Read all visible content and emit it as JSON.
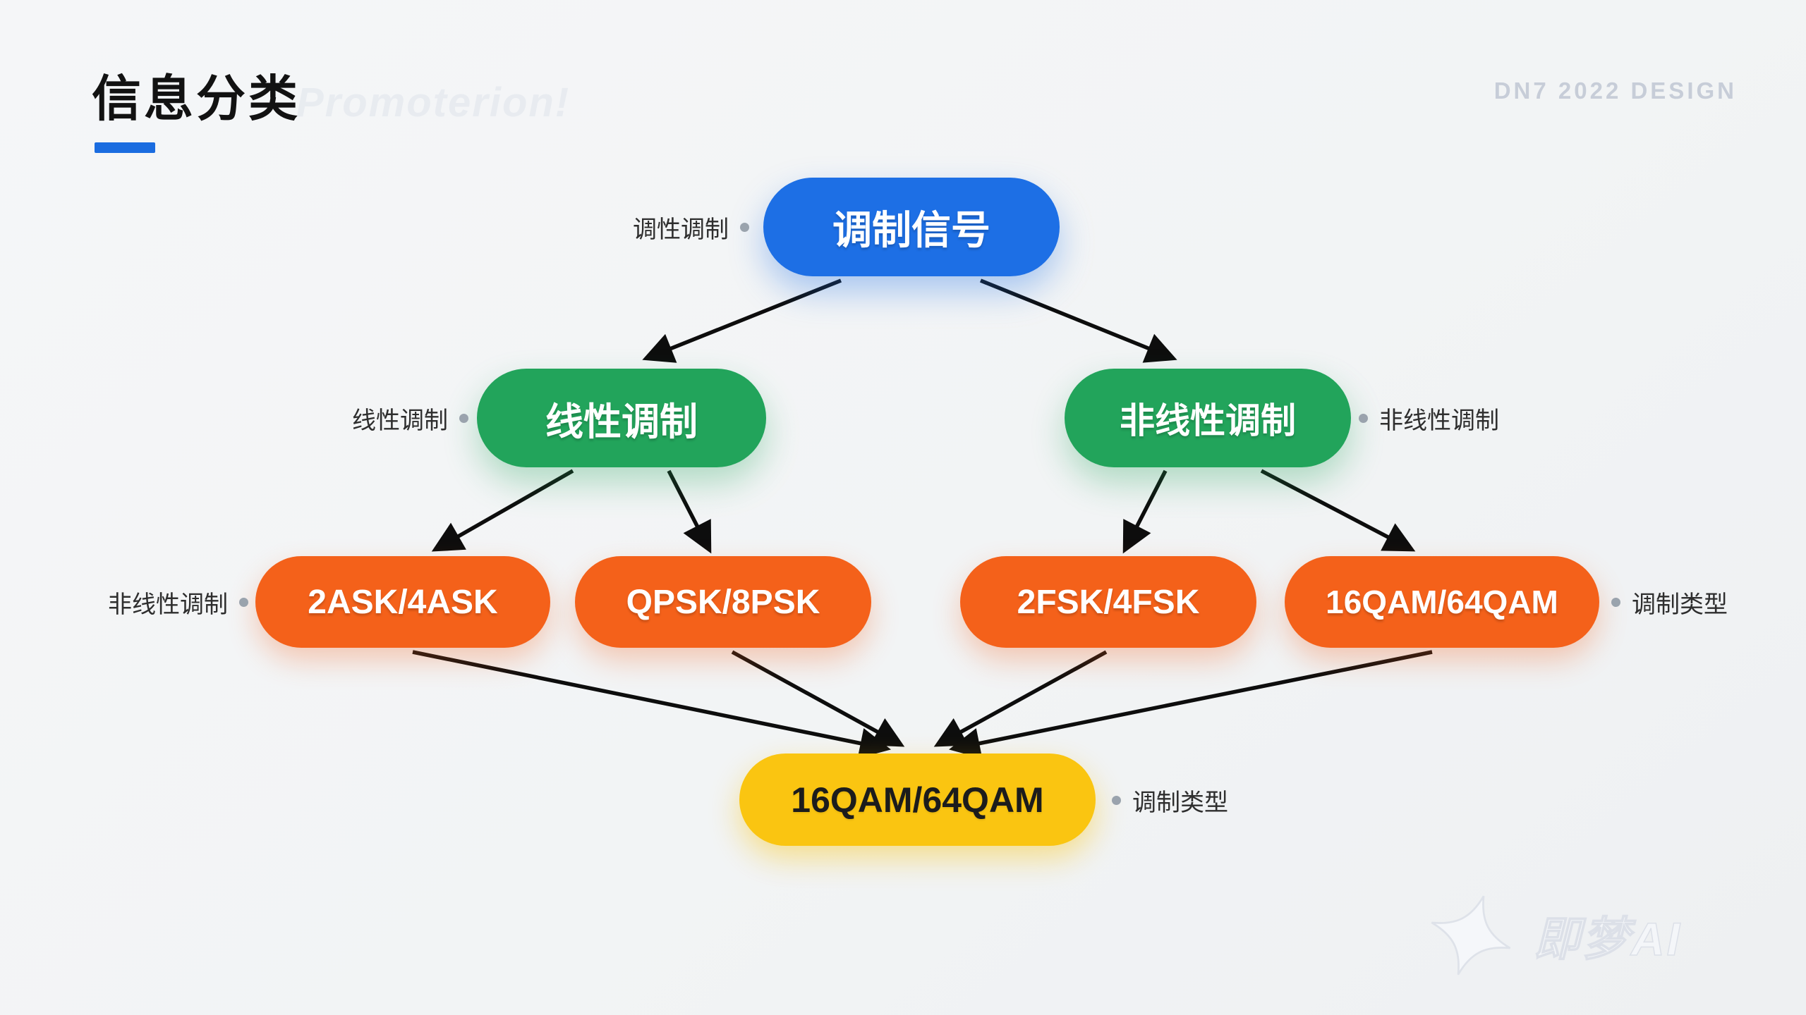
{
  "page": {
    "title": "信息分类",
    "title_watermark": "Promoterion!",
    "header_watermark": "DN7 2022 DESIGN",
    "footer_watermark": "即梦AI",
    "accent_color": "#1a6ce0",
    "background_color": "#f3f5f6"
  },
  "diagram": {
    "type": "tree",
    "nodes": [
      {
        "id": "root",
        "label": "调制信号",
        "level": 1,
        "fill": "#1d6fe5",
        "text_color": "#ffffff",
        "annotation": "调性调制",
        "annotation_side": "left"
      },
      {
        "id": "linear",
        "label": "线性调制",
        "level": 2,
        "fill": "#22a45b",
        "text_color": "#ffffff",
        "annotation": "线性调制",
        "annotation_side": "left"
      },
      {
        "id": "nonlinear",
        "label": "非线性调制",
        "level": 2,
        "fill": "#22a45b",
        "text_color": "#ffffff",
        "annotation": "非线性调制",
        "annotation_side": "right"
      },
      {
        "id": "ask",
        "label": "2ASK/4ASK",
        "level": 3,
        "fill": "#f4611a",
        "text_color": "#ffffff",
        "annotation": "非线性调制",
        "annotation_side": "left"
      },
      {
        "id": "psk",
        "label": "QPSK/8PSK",
        "level": 3,
        "fill": "#f4611a",
        "text_color": "#ffffff"
      },
      {
        "id": "fsk",
        "label": "2FSK/4FSK",
        "level": 3,
        "fill": "#f4611a",
        "text_color": "#ffffff"
      },
      {
        "id": "qam",
        "label": "16QAM/64QAM",
        "level": 3,
        "fill": "#f4611a",
        "text_color": "#ffffff",
        "annotation": "调制类型",
        "annotation_side": "right"
      },
      {
        "id": "qam_final",
        "label": "16QAM/64QAM",
        "level": 4,
        "fill": "#fac511",
        "text_color": "#1c1c1c",
        "annotation": "调制类型",
        "annotation_side": "right"
      }
    ],
    "edges": [
      {
        "from": "root",
        "to": "linear"
      },
      {
        "from": "root",
        "to": "nonlinear"
      },
      {
        "from": "linear",
        "to": "ask"
      },
      {
        "from": "linear",
        "to": "psk"
      },
      {
        "from": "nonlinear",
        "to": "fsk"
      },
      {
        "from": "nonlinear",
        "to": "qam"
      },
      {
        "from": "ask",
        "to": "qam_final"
      },
      {
        "from": "psk",
        "to": "qam_final"
      },
      {
        "from": "fsk",
        "to": "qam_final"
      },
      {
        "from": "qam",
        "to": "qam_final"
      }
    ]
  }
}
